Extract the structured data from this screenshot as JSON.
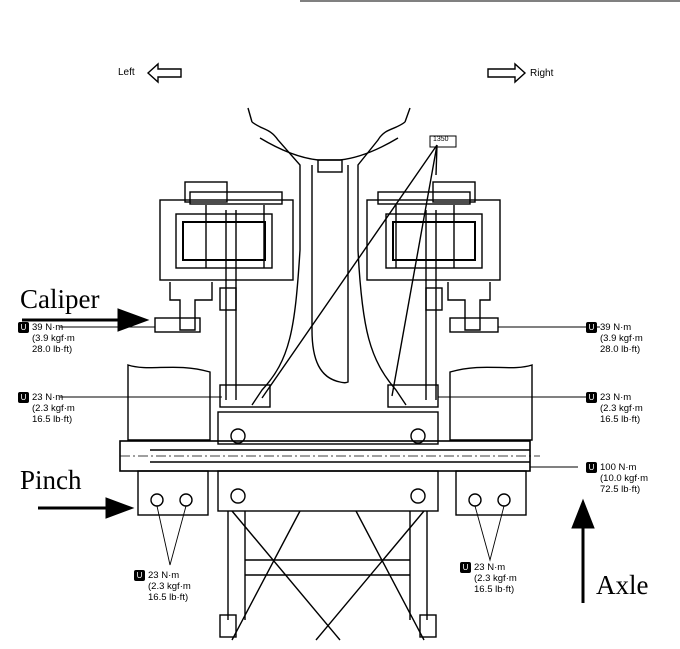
{
  "labels": {
    "left": "Left",
    "right": "Right",
    "caliper": "Caliper",
    "pinch": "Pinch",
    "axle": "Axle",
    "tool": "1350"
  },
  "torques": {
    "caliper_left": {
      "nm": "39 N·m",
      "kgf": "3.9 kgf·m",
      "lbft": "28.0 lb·ft"
    },
    "caliper_right": {
      "nm": "39 N·m",
      "kgf": "3.9 kgf·m",
      "lbft": "28.0 lb·ft"
    },
    "mount_left": {
      "nm": "23 N·m",
      "kgf": "2.3 kgf·m",
      "lbft": "16.5 lb·ft"
    },
    "mount_right": {
      "nm": "23 N·m",
      "kgf": "2.3 kgf·m",
      "lbft": "16.5 lb·ft"
    },
    "pinch_left": {
      "nm": "23 N·m",
      "kgf": "2.3 kgf·m",
      "lbft": "16.5 lb·ft"
    },
    "pinch_right": {
      "nm": "23 N·m",
      "kgf": "2.3 kgf·m",
      "lbft": "16.5 lb·ft"
    },
    "axle": {
      "nm": "100 N·m",
      "kgf": "10.0 kgf·m",
      "lbft": "72.5 lb·ft"
    }
  },
  "icons": {
    "torque": "torque-wrench-icon"
  }
}
